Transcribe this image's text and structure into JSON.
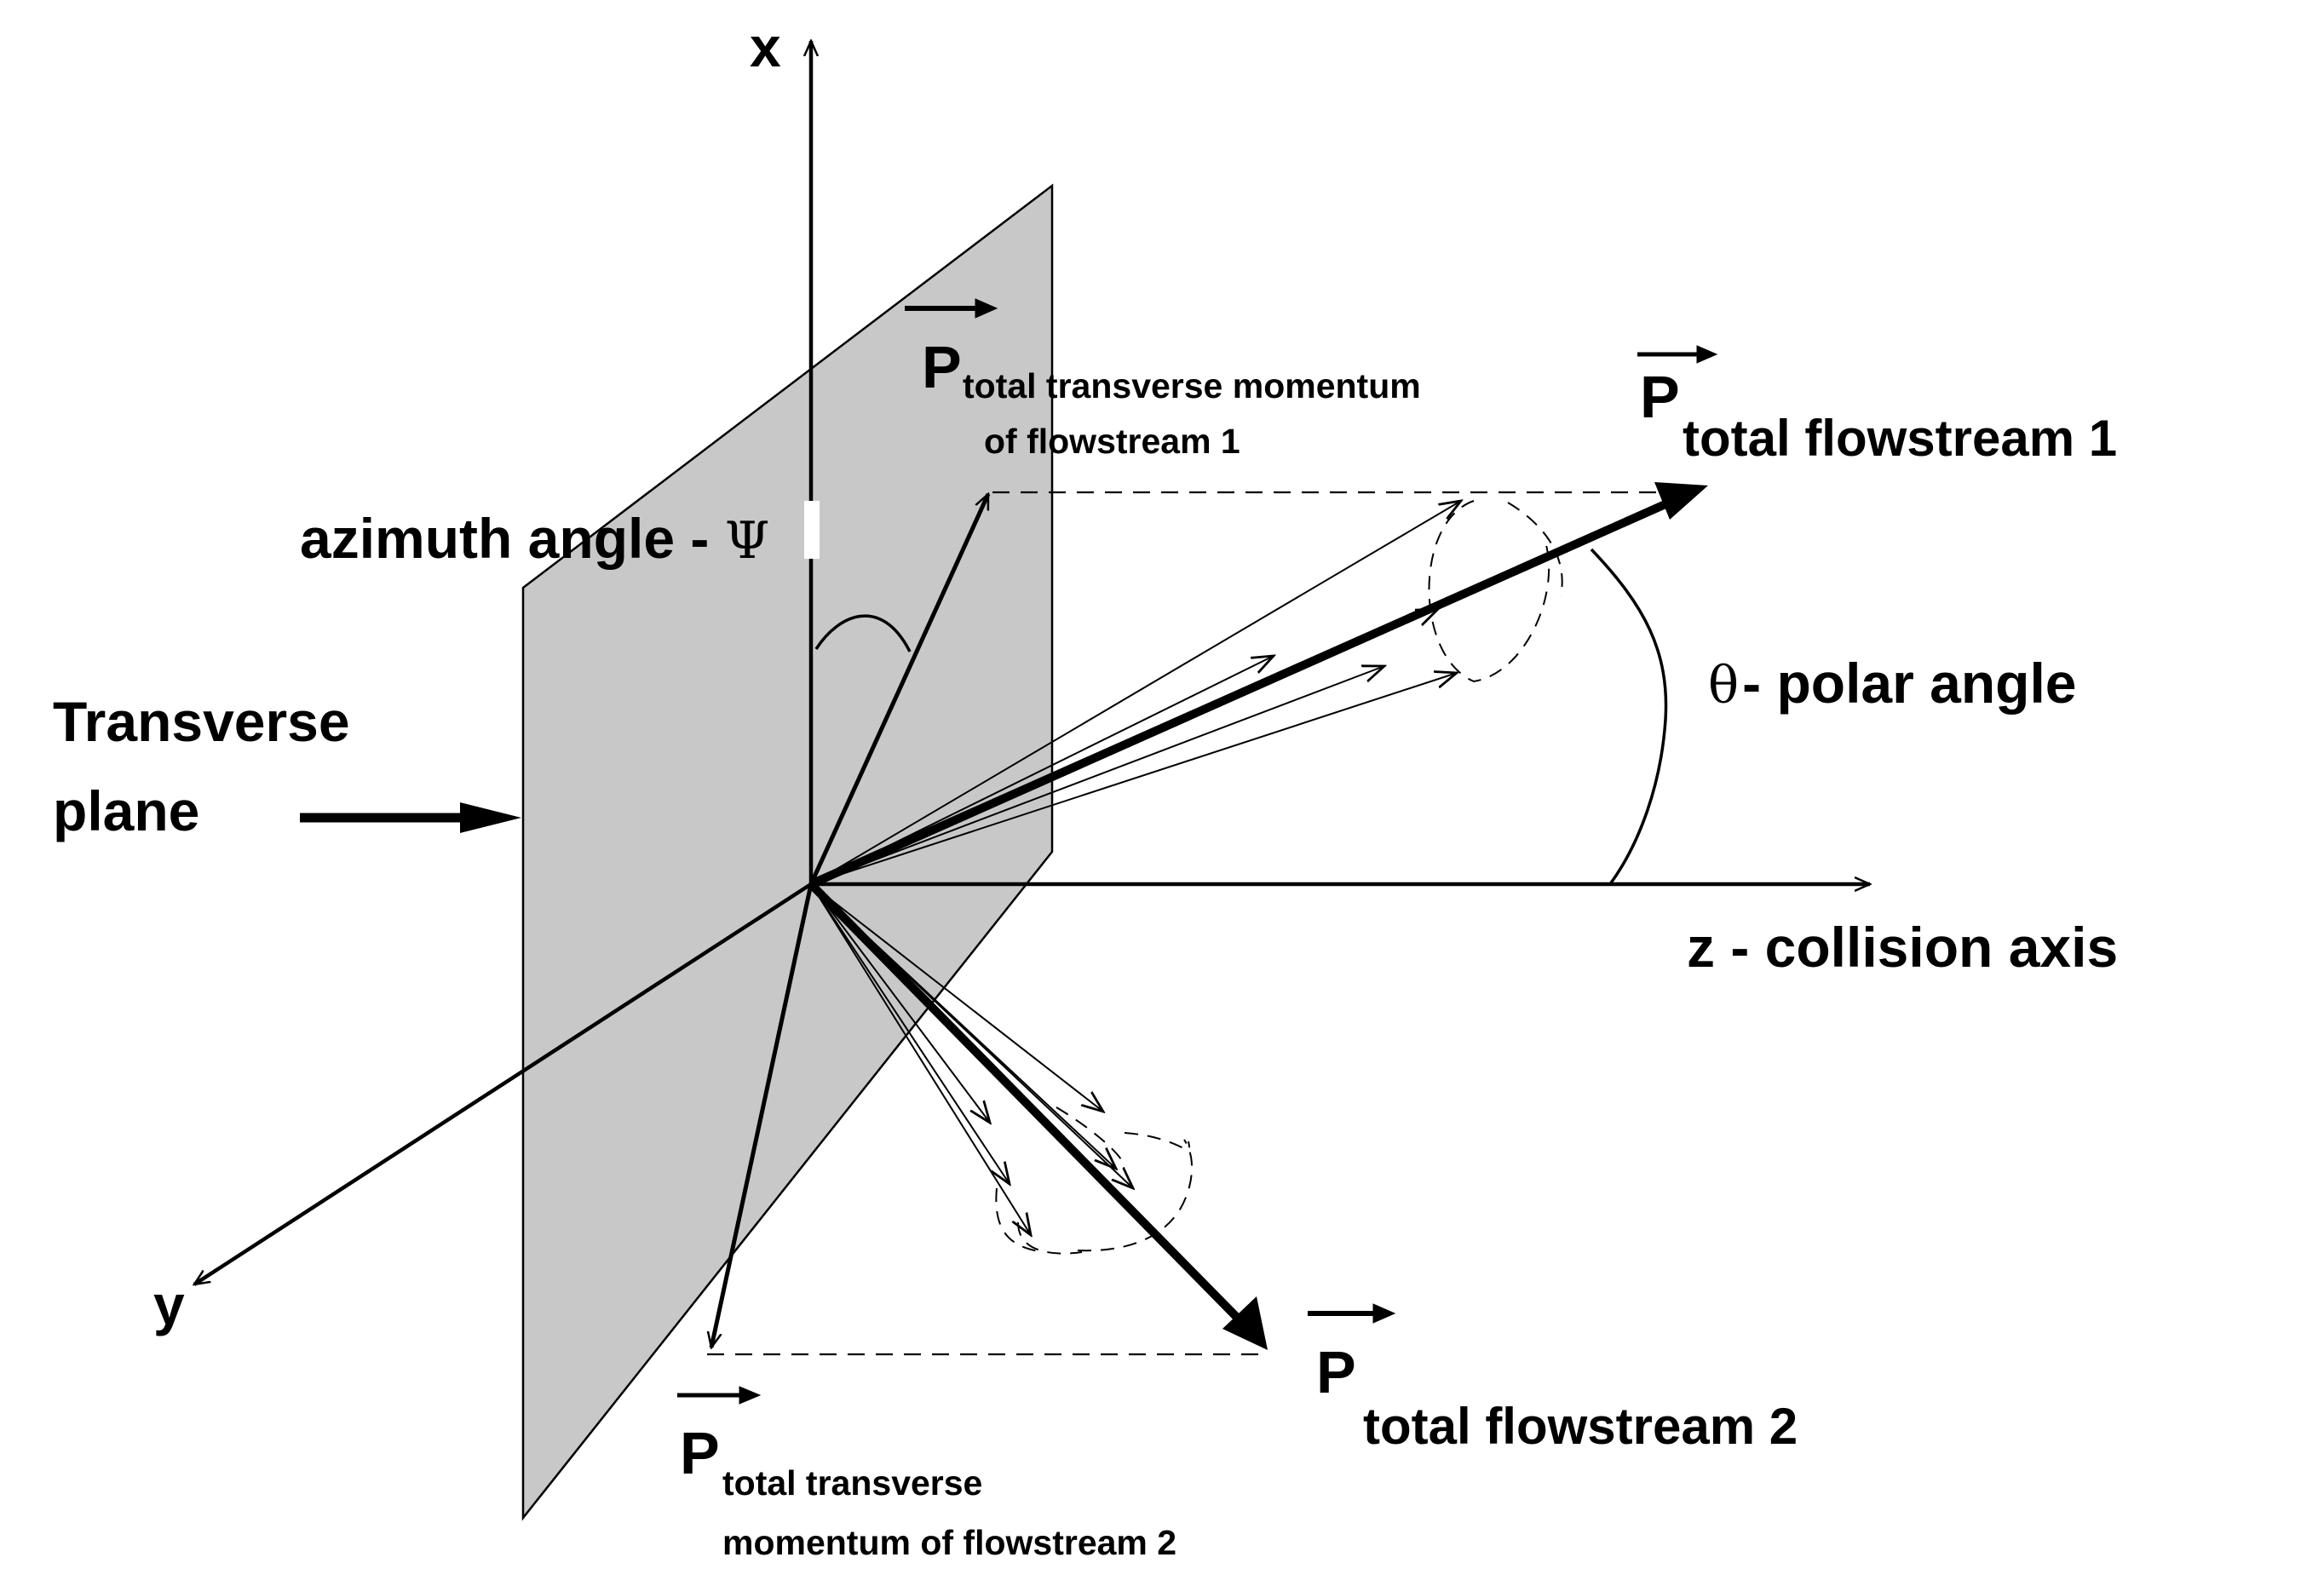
{
  "axes": {
    "x_label": "x",
    "y_label": "y",
    "z_label": "z - collision axis"
  },
  "plane": {
    "label_line1": "Transverse",
    "label_line2": "plane"
  },
  "angles": {
    "azimuth_label": "azimuth angle - ",
    "azimuth_symbol": "Ψ",
    "polar_symbol": "θ",
    "polar_label": " - polar angle"
  },
  "vectors": {
    "symbol": "P",
    "total_flowstream_1": "total flowstream 1",
    "total_flowstream_2": "total flowstream 2",
    "transverse_1_line1": "total transverse momentum",
    "transverse_1_line2": "of flowstream  1",
    "transverse_2_line1": "total transverse",
    "transverse_2_line2": "momentum of flowstream 2"
  },
  "colors": {
    "plane_fill": "#c8c8c8",
    "ink": "#000000",
    "background": "#ffffff"
  }
}
